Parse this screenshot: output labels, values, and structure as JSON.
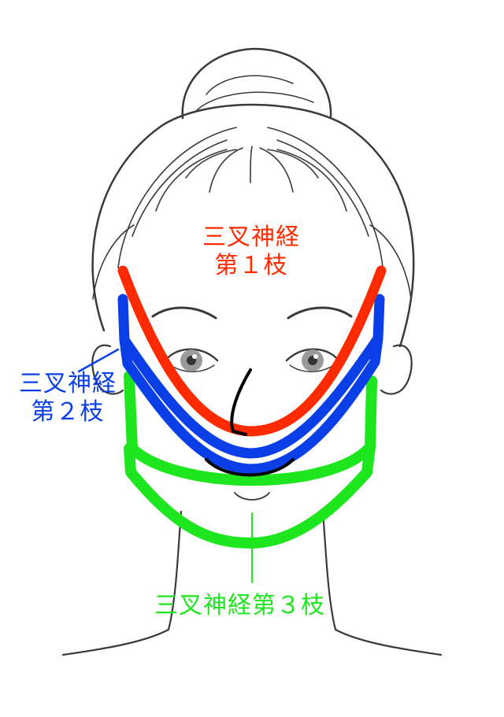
{
  "colors": {
    "outline": "#3a3a3a",
    "v1": "#ff2a00",
    "v2": "#0a3ee6",
    "v3": "#1ee61e",
    "nose_mouth": "#000000",
    "iris": "#9a9a9a"
  },
  "labels": {
    "v1": {
      "line1": "三叉神経",
      "line2": "第１枝"
    },
    "v2": {
      "line1": "三叉神経",
      "line2": "第２枝"
    },
    "v3": {
      "text": "三叉神経第３枝"
    }
  }
}
